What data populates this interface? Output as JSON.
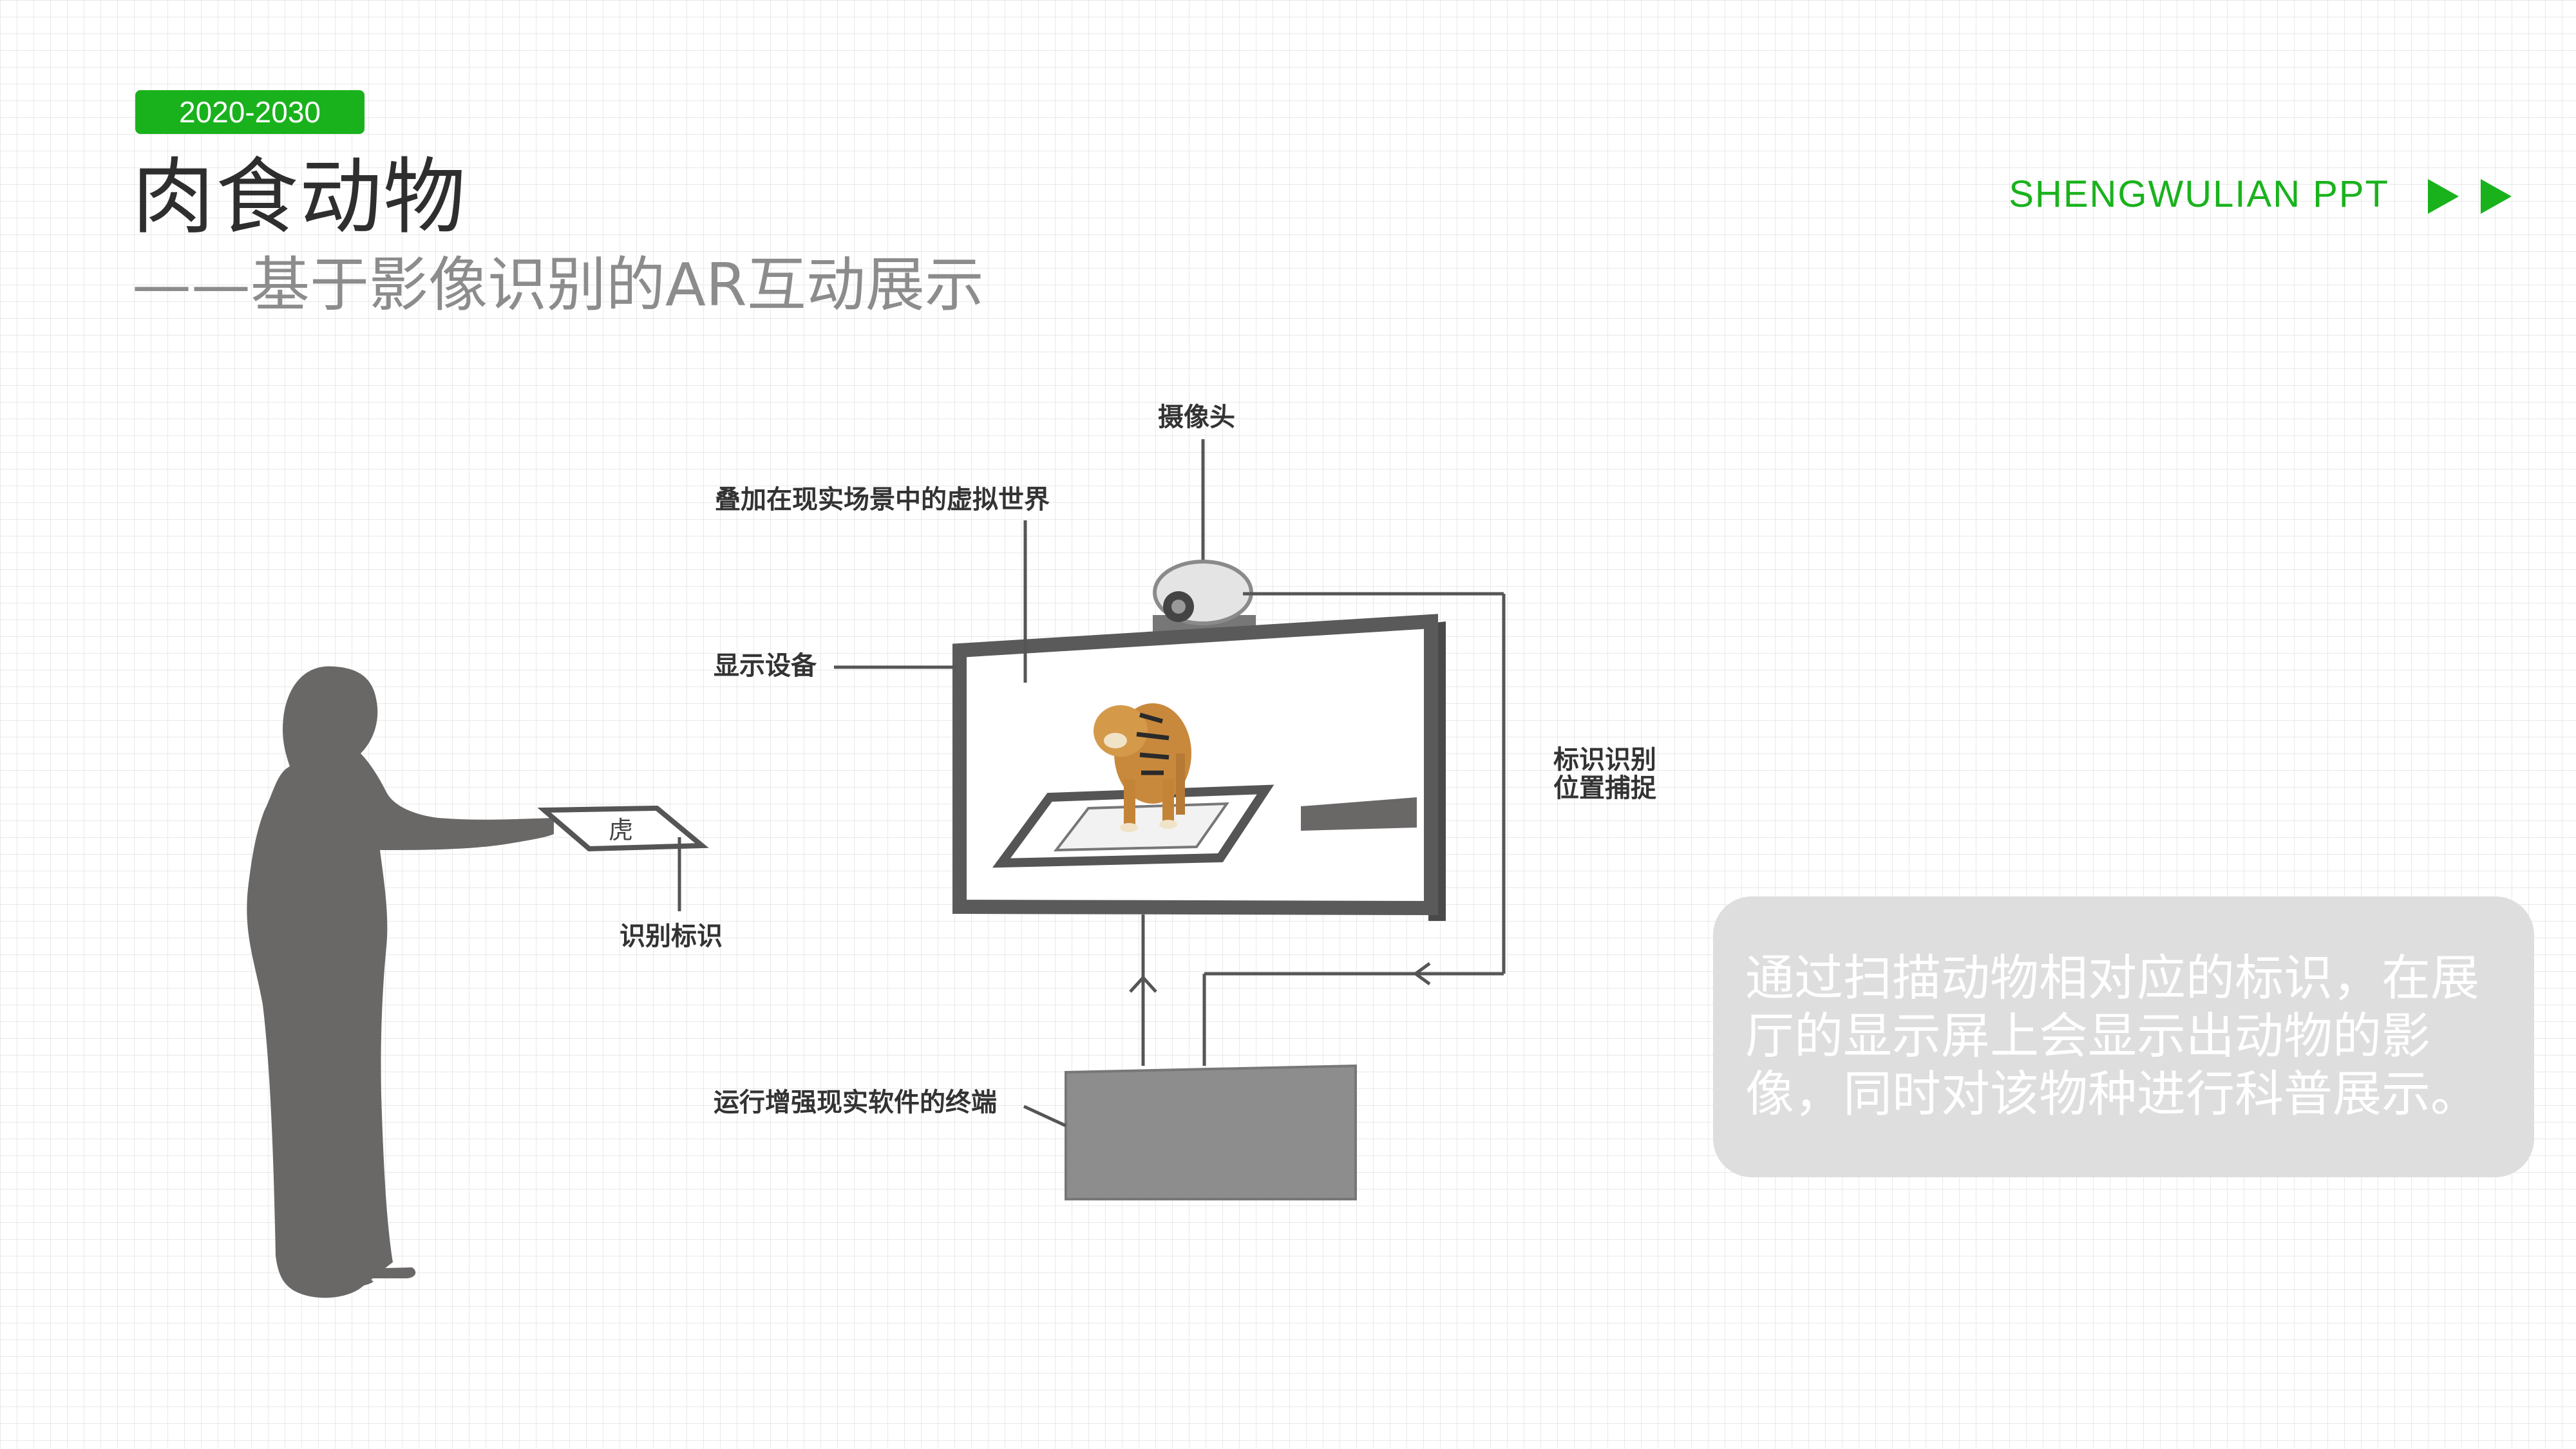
{
  "header": {
    "year_badge": "2020-2030",
    "title": "肉食动物",
    "subtitle": "——基于影像识别的AR互动展示",
    "brand": "SHENGWULIAN  PPT"
  },
  "diagram": {
    "labels": {
      "camera": "摄像头",
      "virtual_world": "叠加在现实场景中的虚拟世界",
      "display": "显示设备",
      "marker_tracking": "标识识别 位置捕捉",
      "marker": "识别标识",
      "terminal": "运行增强现实软件的终端"
    },
    "marker_glyph": "虎"
  },
  "info_box": {
    "text": "通过扫描动物相对应的标识，在展厅的显示屏上会显示出动物的影像，同时对该物种进行科普展示。"
  },
  "colors": {
    "accent": "#19b21c",
    "title": "#2e2e2e",
    "subtitle": "#8c8c8c",
    "silhouette": "#6a6767",
    "info_bg": "#dedede"
  }
}
